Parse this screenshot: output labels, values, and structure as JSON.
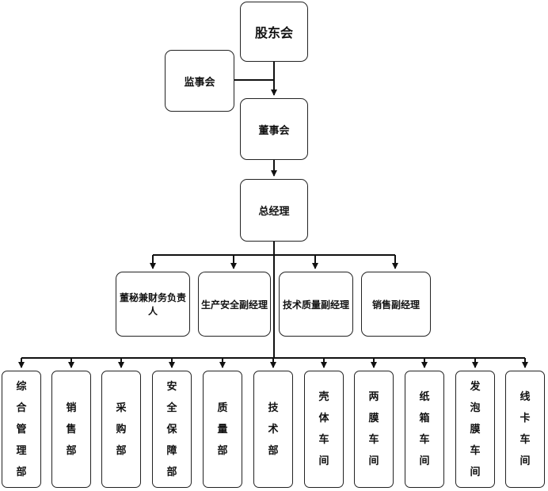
{
  "diagram": {
    "shareholders": "股东会",
    "supervisors": "监事会",
    "board": "董事会",
    "general_manager": "总经理",
    "deputies": [
      "董秘兼财务负责人",
      "生产安全副经理",
      "技术质量副经理",
      "销售副经理"
    ],
    "departments": [
      "综合管理部",
      "销售部",
      "采购部",
      "安全保障部",
      "质量部",
      "技术部",
      "壳体车间",
      "两膜车间",
      "纸箱车间",
      "发泡膜车间",
      "线卡车间"
    ]
  }
}
